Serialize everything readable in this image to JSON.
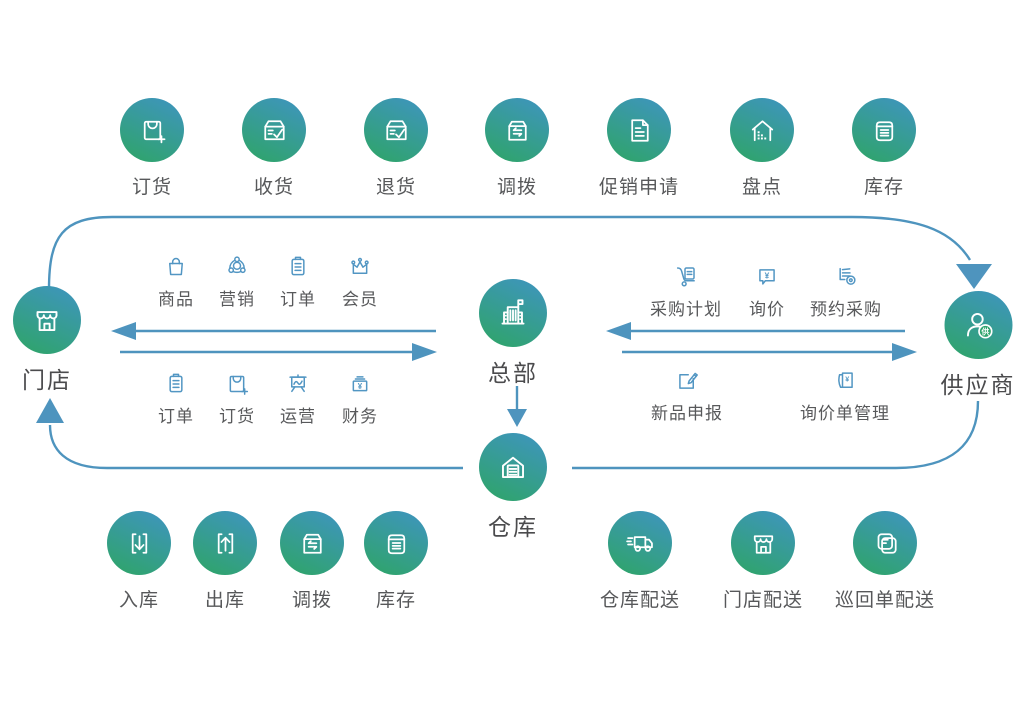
{
  "colors": {
    "circle_gradient_top": "#3E95BC",
    "circle_gradient_bottom": "#2FA46B",
    "connector_blue": "#4E94BE",
    "module_icon_blue": "#5296C3",
    "label_gray": "#58595B"
  },
  "glyphs": {
    "yen": "¥",
    "supplier_badge": "供"
  },
  "top_row": [
    {
      "label": "订货",
      "icon": "order-bag-plus-icon"
    },
    {
      "label": "收货",
      "icon": "receive-box-check-icon"
    },
    {
      "label": "退货",
      "icon": "return-box-check-icon"
    },
    {
      "label": "调拨",
      "icon": "transfer-box-icon"
    },
    {
      "label": "促销申请",
      "icon": "promotion-doc-icon"
    },
    {
      "label": "盘点",
      "icon": "stocktake-warehouse-icon"
    },
    {
      "label": "库存",
      "icon": "inventory-container-icon"
    }
  ],
  "hubs": {
    "store": {
      "label": "门店",
      "icon": "storefront-icon"
    },
    "headquarters": {
      "label": "总部",
      "icon": "hq-building-icon"
    },
    "supplier": {
      "label": "供应商",
      "icon": "supplier-person-icon"
    },
    "warehouse": {
      "label": "仓库",
      "icon": "warehouse-garage-icon"
    }
  },
  "store_hq_modules": {
    "row1": [
      {
        "label": "商品",
        "icon": "goods-bag-icon"
      },
      {
        "label": "营销",
        "icon": "marketing-network-icon"
      },
      {
        "label": "订单",
        "icon": "order-doc-icon"
      },
      {
        "label": "会员",
        "icon": "member-crown-icon"
      }
    ],
    "row2": [
      {
        "label": "订单",
        "icon": "order-doc-icon"
      },
      {
        "label": "订货",
        "icon": "order-bag-plus-icon"
      },
      {
        "label": "运营",
        "icon": "operations-board-icon"
      },
      {
        "label": "财务",
        "icon": "finance-cashbox-icon"
      }
    ]
  },
  "hq_supplier_modules": {
    "row1": [
      {
        "label": "采购计划",
        "icon": "purchase-plan-trolley-icon"
      },
      {
        "label": "询价",
        "icon": "inquiry-bubble-yen-icon"
      },
      {
        "label": "预约采购",
        "icon": "scheduled-purchase-icon"
      }
    ],
    "row2": [
      {
        "label": "新品申报",
        "icon": "new-product-pencil-icon"
      },
      {
        "label": "询价单管理",
        "icon": "inquiry-doc-yen-icon"
      }
    ]
  },
  "bottom_left_row": [
    {
      "label": "入库",
      "icon": "inbound-icon"
    },
    {
      "label": "出库",
      "icon": "outbound-icon"
    },
    {
      "label": "调拨",
      "icon": "transfer-box-icon"
    },
    {
      "label": "库存",
      "icon": "inventory-container-icon"
    }
  ],
  "bottom_right_row": [
    {
      "label": "仓库配送",
      "icon": "delivery-truck-icon"
    },
    {
      "label": "门店配送",
      "icon": "storefront-icon"
    },
    {
      "label": "巡回单配送",
      "icon": "docs-stack-icon"
    }
  ]
}
